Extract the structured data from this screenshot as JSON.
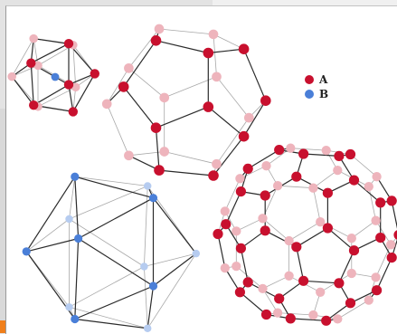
{
  "legend": {
    "items": [
      {
        "label": "A",
        "color": "#c8102e"
      },
      {
        "label": "B",
        "color": "#4a7fd8"
      }
    ]
  },
  "colors": {
    "atom_a_front": "#c8102e",
    "atom_a_back": "#eeb4bc",
    "atom_b_front": "#4a7fd8",
    "atom_b_back": "#b6ccf0",
    "bond_front": "#2b2b2b",
    "bond_back": "#a8a8a8"
  },
  "clusters": [
    {
      "name": "small-cluster-a-centered-b",
      "shape": "icosahedral cage with central B atom"
    },
    {
      "name": "medium-cluster-a",
      "shape": "dodecahedral cage"
    },
    {
      "name": "icosahedron-b",
      "shape": "icosahedron"
    },
    {
      "name": "large-cluster-a",
      "shape": "fullerene-like cage"
    }
  ]
}
